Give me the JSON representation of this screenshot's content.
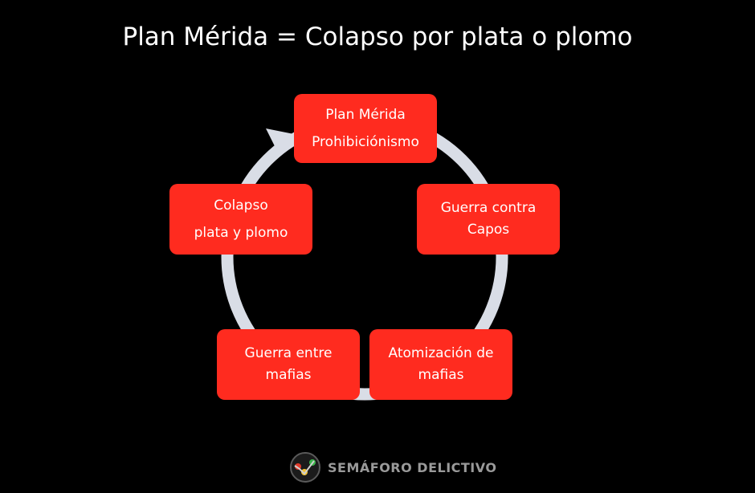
{
  "title": "Plan Mérida = Colapso por plata o plomo",
  "nodes": [
    {
      "lines": [
        "Plan Mérida",
        "Prohibiciónismo"
      ]
    },
    {
      "lines": [
        "Guerra contra",
        "Capos"
      ]
    },
    {
      "lines": [
        "Atomización de",
        "mafias"
      ]
    },
    {
      "lines": [
        "Guerra entre",
        "mafias"
      ]
    },
    {
      "lines": [
        "Colapso",
        "plata y plomo"
      ]
    }
  ],
  "logo": {
    "text": "SEMÁFORO DELICTIVO"
  },
  "colors": {
    "background": "#000000",
    "node_fill": "#ff2b1f",
    "ring": "#d9dde6",
    "text": "#ffffff"
  }
}
